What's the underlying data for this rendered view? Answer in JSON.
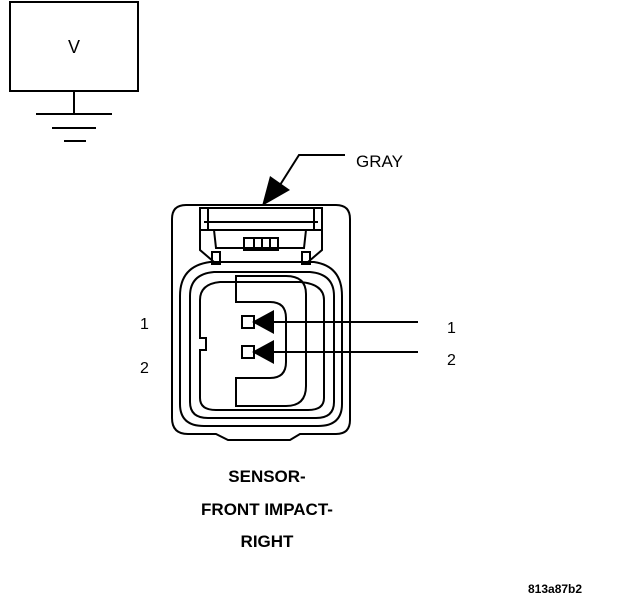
{
  "meter": {
    "symbol": "V"
  },
  "connector": {
    "color_label": "GRAY",
    "left_pins": [
      "1",
      "2"
    ],
    "right_pins": [
      "1",
      "2"
    ],
    "name_lines": [
      "SENSOR-",
      "FRONT IMPACT-",
      "RIGHT"
    ]
  },
  "figure_code": "813a87b2",
  "colors": {
    "line": "#000000",
    "background": "#ffffff"
  }
}
